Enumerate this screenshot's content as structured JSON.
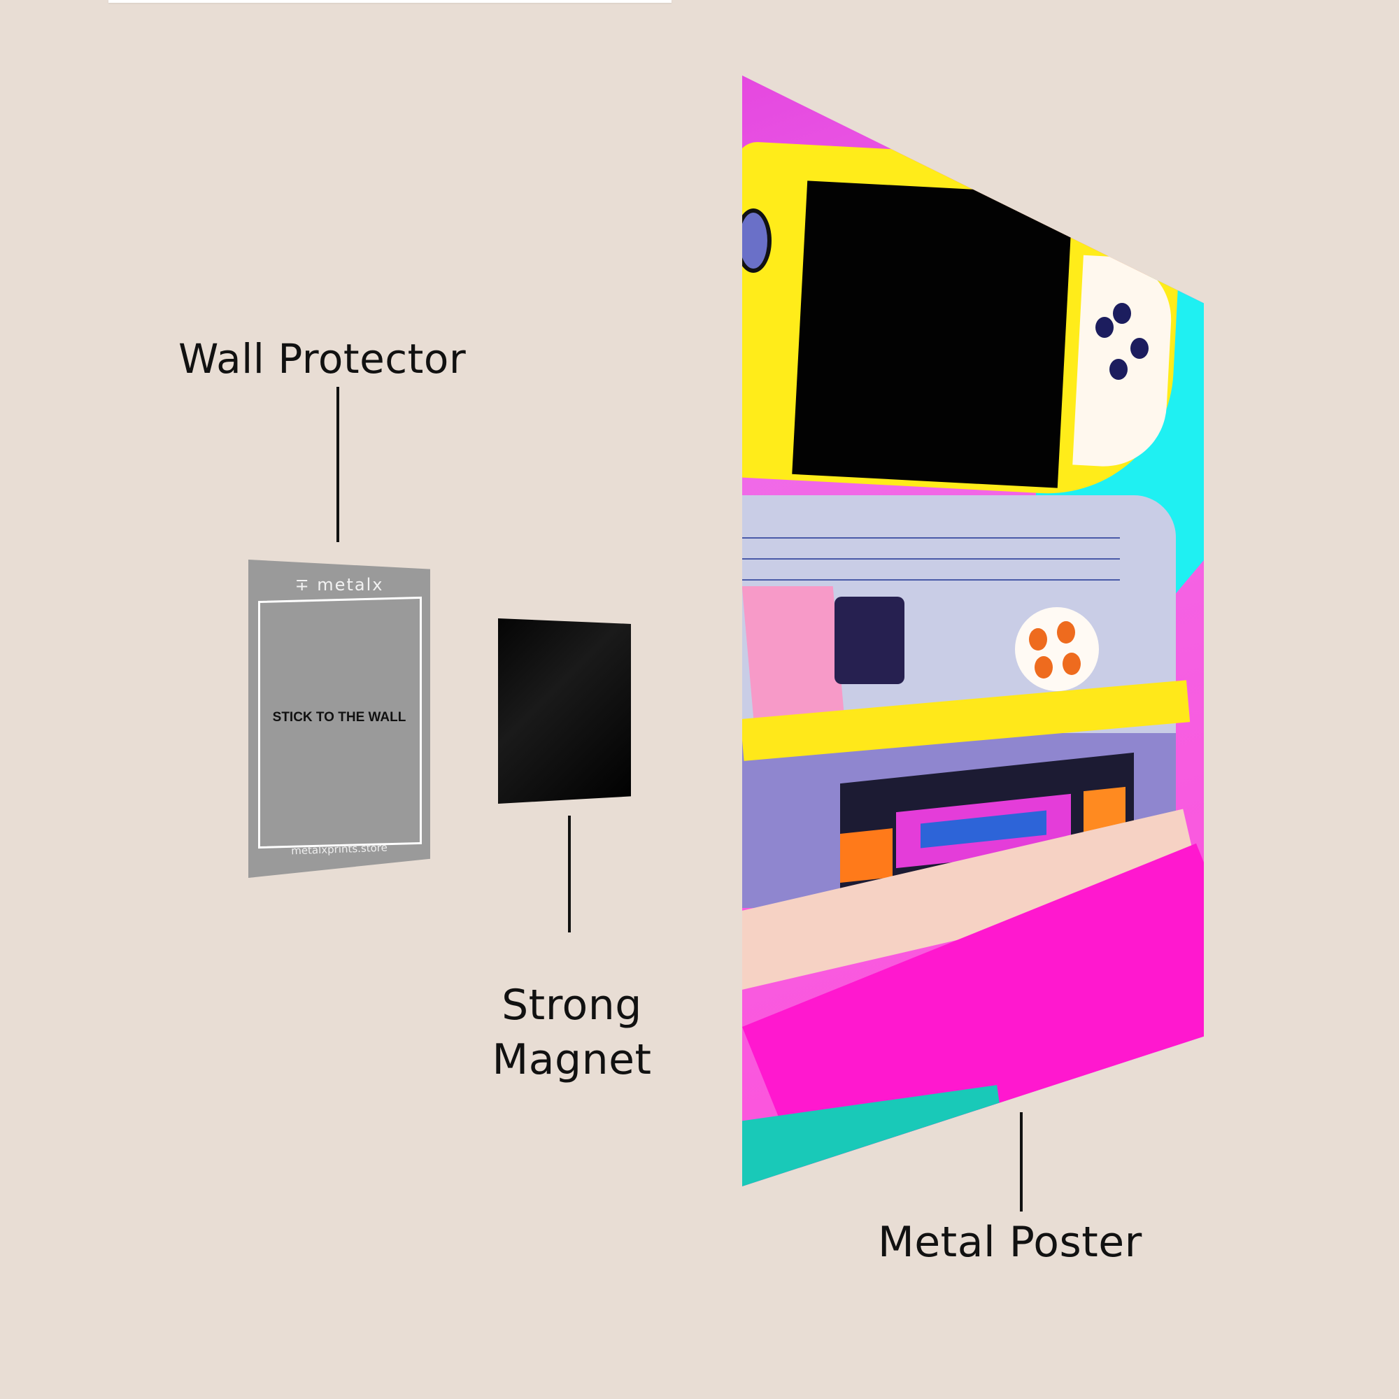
{
  "labels": {
    "wall_protector": "Wall Protector",
    "strong_magnet_line1": "Strong",
    "strong_magnet_line2": "Magnet",
    "metal_poster": "Metal Poster"
  },
  "wall_protector_card": {
    "brand": "∓ metalx",
    "instruction": "STICK TO THE WALL",
    "website": "metalxprints.store",
    "color": "#9a9a9a"
  },
  "magnet": {
    "color": "#000000"
  },
  "poster": {
    "description": "Retro pastel handheld game console artwork",
    "colors": {
      "pink": "#e548e0",
      "cyan": "#1ff0f2",
      "yellow": "#ffec1a",
      "lavender": "#8f86cf",
      "teal": "#19c9b8",
      "magenta_floor": "#ff18cf"
    }
  },
  "background_color": "#e8ddd4"
}
